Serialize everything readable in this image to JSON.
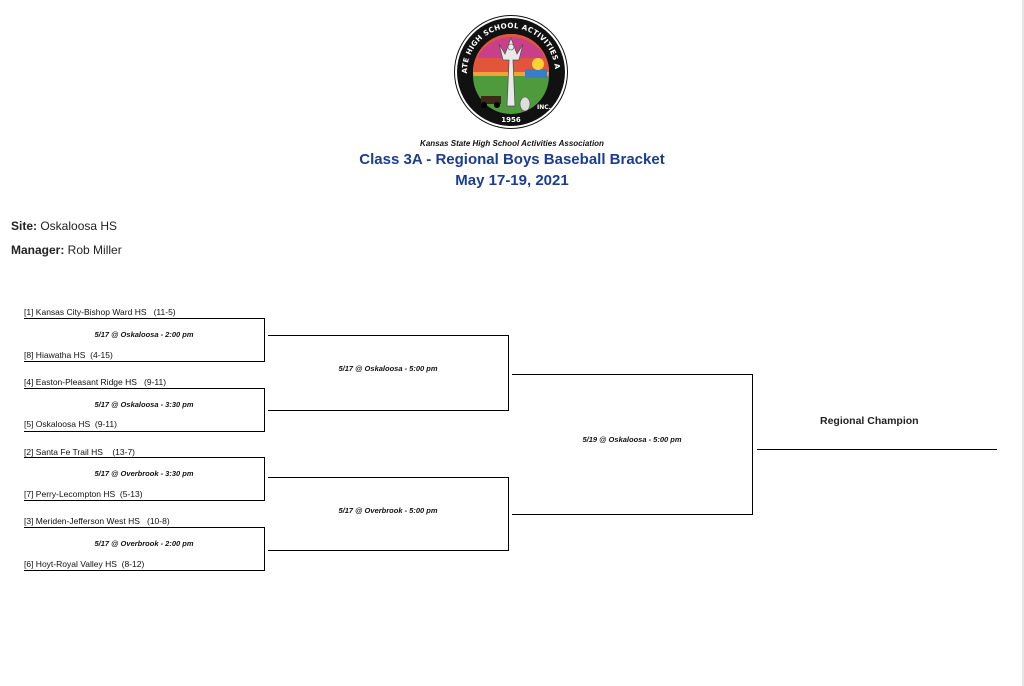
{
  "logo": {
    "name": "KSHSAA seal",
    "ring_text_top": "KANSAS STATE HIGH SCHOOL ACTIVITIES ASSOCIATION",
    "ring_text_bottom": "INC.",
    "year": "1956"
  },
  "header": {
    "org": "Kansas State High School Activities Association",
    "title": "Class 3A - Regional Boys Baseball Bracket",
    "dates": "May 17-19, 2021"
  },
  "info": {
    "site_label": "Site:",
    "site_value": " Oskaloosa HS",
    "manager_label": "Manager:",
    "manager_value": " Rob Miller"
  },
  "round1": {
    "teams": [
      "[1] Kansas City-Bishop Ward HS   (11-5)",
      "[8] Hiawatha HS  (4-15)",
      "[4] Easton-Pleasant Ridge HS   (9-11)",
      "[5] Oskaloosa HS  (9-11)",
      "[2] Santa Fe Trail HS    (13-7)",
      "[7] Perry-Lecompton HS  (5-13)",
      "[3] Meriden-Jefferson West HS   (10-8)",
      "[6] Hoyt-Royal Valley HS  (8-12)"
    ],
    "games": [
      "5/17 @ Oskaloosa - 2:00 pm",
      "5/17 @ Oskaloosa - 3:30 pm",
      "5/17 @ Overbrook - 3:30 pm",
      "5/17 @ Overbrook - 2:00 pm"
    ]
  },
  "round2": {
    "games": [
      "5/17 @ Oskaloosa - 5:00 pm",
      "5/17 @ Overbrook - 5:00 pm"
    ]
  },
  "final": {
    "game": "5/19 @ Oskaloosa - 5:00 pm",
    "champion_label": "Regional Champion"
  }
}
